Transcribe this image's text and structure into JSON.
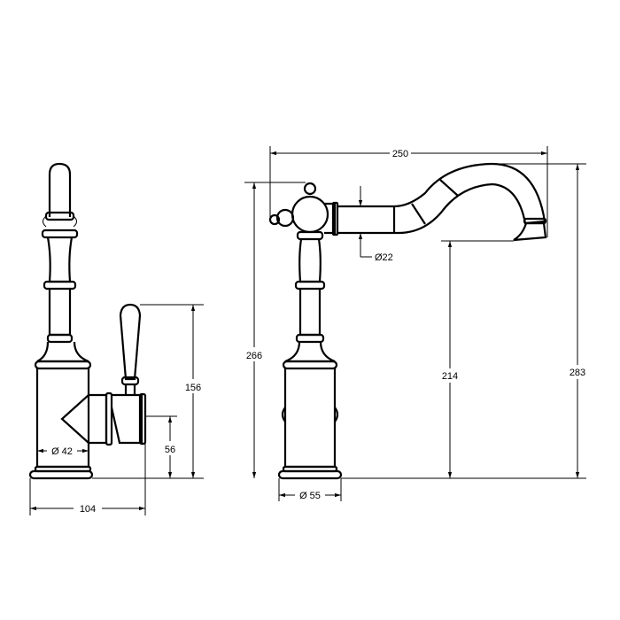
{
  "drawing": {
    "side_view": {
      "width_label": "104",
      "height_label": "156",
      "handle_height_label": "56",
      "body_diameter_label": "Ø 42"
    },
    "front_view": {
      "spout_reach_label": "250",
      "spout_diameter_label": "Ø22",
      "overall_height_label": "266",
      "spout_clearance_label": "214",
      "top_height_label": "283",
      "base_diameter_label": "Ø 55"
    }
  }
}
